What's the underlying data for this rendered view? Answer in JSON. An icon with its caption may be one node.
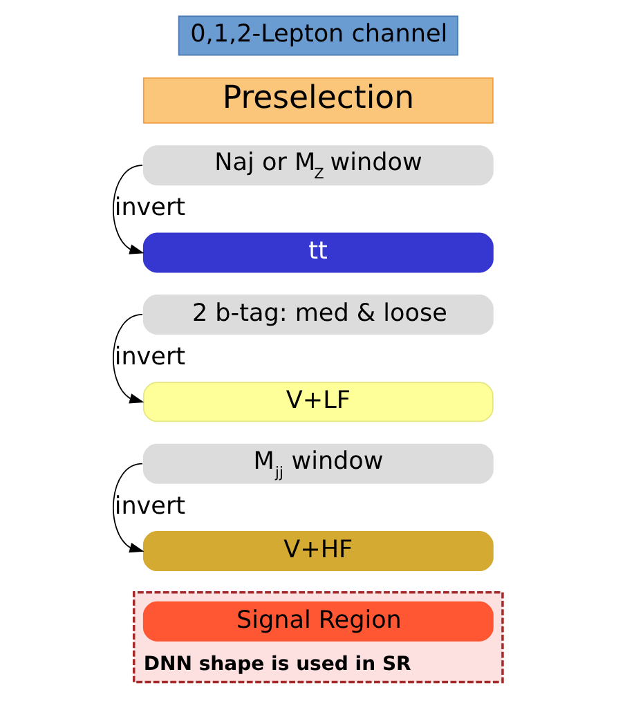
{
  "diagram": {
    "nodes": [
      {
        "text": [
          "0,1,2-Lepton channel"
        ]
      },
      {
        "text": [
          "Preselection"
        ]
      },
      {
        "text": [
          "Naj or M$_{Z}$ window"
        ]
      },
      {
        "text": [
          "tt"
        ]
      },
      {
        "text": [
          "2 b-tag: med & loose"
        ]
      },
      {
        "text": [
          "V+LF"
        ]
      },
      {
        "text": [
          "M$_{jj}$ window"
        ]
      },
      {
        "text": [
          "V+HF"
        ]
      },
      {
        "text": [
          "DNN shape is used in SR"
        ]
      },
      {
        "text": [
          "Signal Region"
        ],
        "in": 8
      }
    ],
    "edges": [
      {
        "from": 2,
        "to": 3,
        "arrow": "to",
        "label": "invert"
      },
      {
        "from": 4,
        "to": 5,
        "arrow": "to",
        "label": "invert"
      },
      {
        "from": 6,
        "to": 7,
        "arrow": "to",
        "label": "invert"
      }
    ]
  }
}
